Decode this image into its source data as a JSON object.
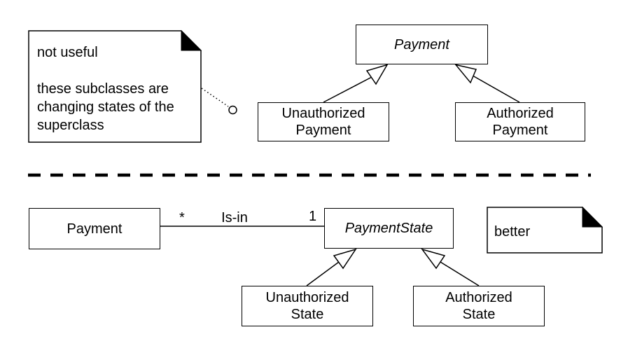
{
  "top": {
    "note": {
      "text": "not useful\n\nthese subclasses are\nchanging states of the\nsuperclass"
    },
    "superclass": {
      "label": "Payment"
    },
    "subclasses": [
      {
        "label": "Unauthorized\nPayment"
      },
      {
        "label": "Authorized\nPayment"
      }
    ]
  },
  "bottom": {
    "payment": {
      "label": "Payment"
    },
    "association": {
      "name": "Is-in",
      "payment_multiplicity": "*",
      "state_multiplicity": "1"
    },
    "state_superclass": {
      "label": "PaymentState"
    },
    "subclasses": [
      {
        "label": "Unauthorized\nState"
      },
      {
        "label": "Authorized\nState"
      }
    ],
    "note": {
      "text": "better"
    }
  },
  "colors": {
    "line": "#000000",
    "background": "#ffffff",
    "note_fold": "#000000"
  }
}
